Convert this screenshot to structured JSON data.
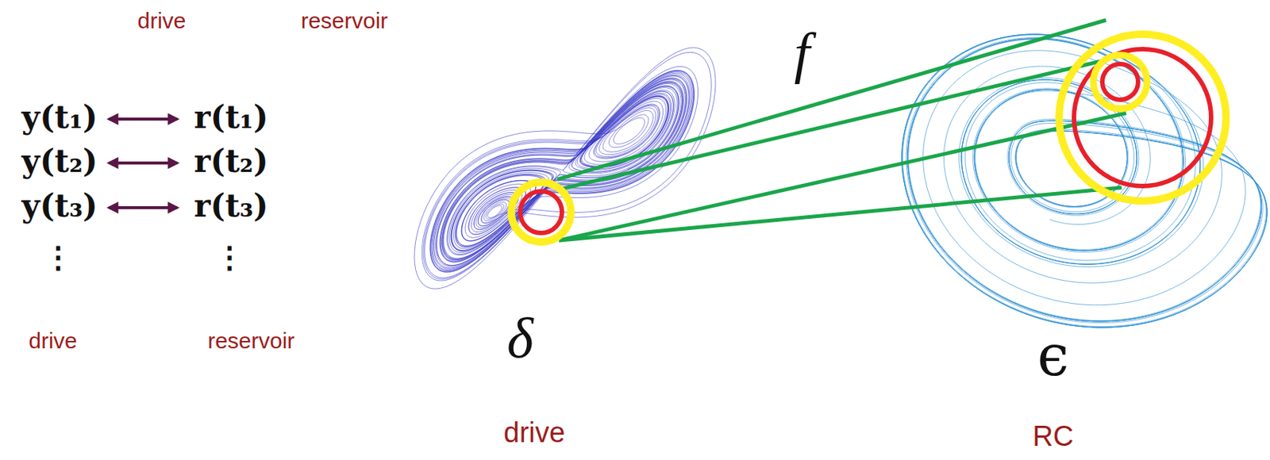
{
  "diagram": {
    "labels": [
      "drive",
      "reservoir",
      "y(t₁)",
      "r(t₁)",
      "y(t₂)",
      "r(t₂)",
      "y(t₃)",
      "r(t₃)",
      "⋮",
      "⋮",
      "drive",
      "reservoir",
      "f",
      "δ",
      "ϵ",
      "drive",
      "RC"
    ]
  }
}
